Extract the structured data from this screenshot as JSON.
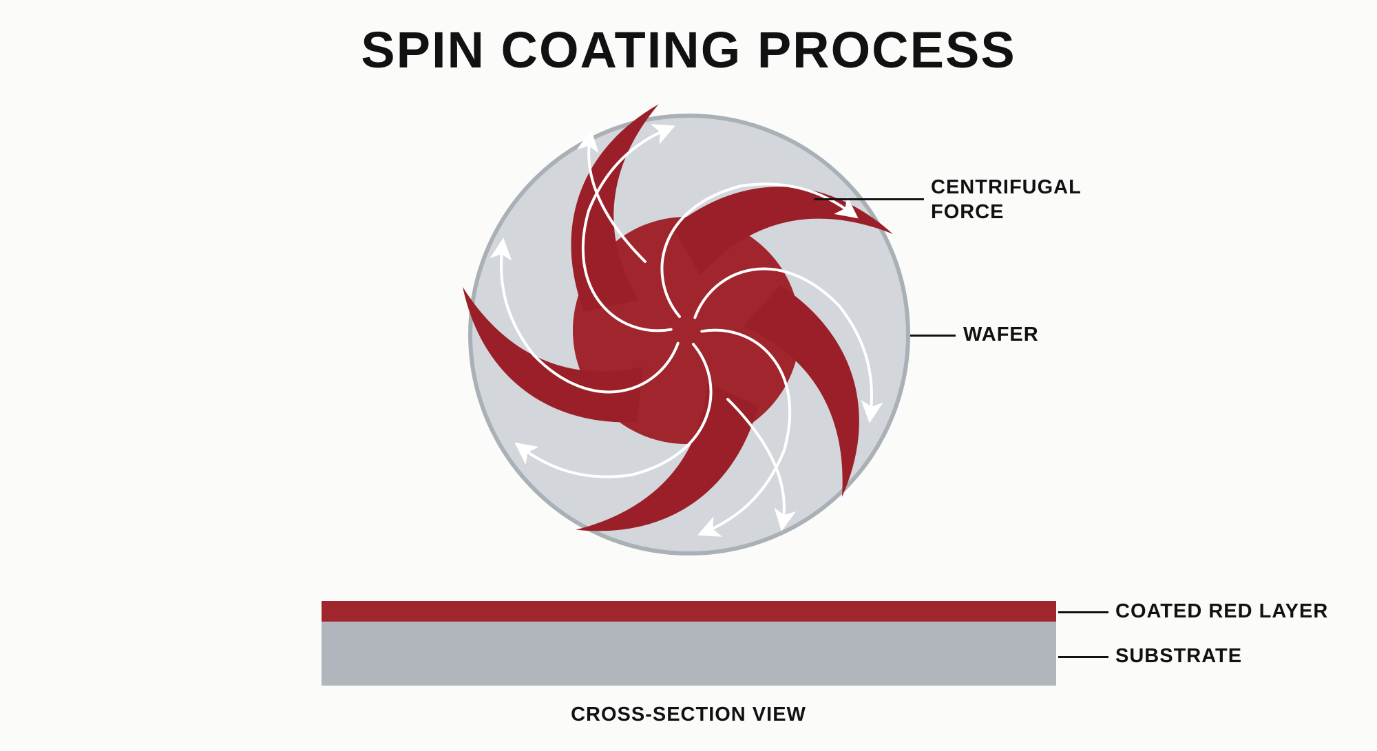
{
  "title": "SPIN COATING PROCESS",
  "labels": {
    "centrifugal_line1": "CENTRIFUGAL",
    "centrifugal_line2": "FORCE",
    "wafer": "WAFER",
    "coated_layer": "COATED RED LAYER",
    "substrate": "SUBSTRATE",
    "cross_section": "CROSS-SECTION VIEW"
  },
  "colors": {
    "coating": "#a0252d",
    "wafer": "#d3d7db",
    "wafer_edge": "#a9b0b6",
    "substrate": "#b1b6bc"
  }
}
